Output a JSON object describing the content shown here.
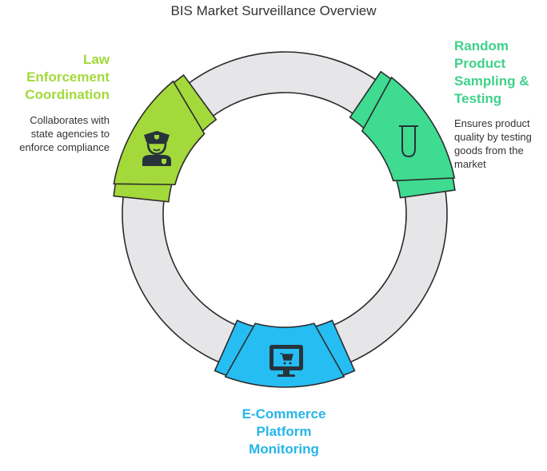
{
  "title": "BIS Market Surveillance Overview",
  "colors": {
    "ring": "#e6e6e8",
    "outline": "#2b2b2b",
    "law": "#a3d93b",
    "sampling": "#3edb91",
    "ecommerce": "#26bdf2",
    "icon": "#27333a"
  },
  "steps": [
    {
      "id": "law",
      "heading_lines": [
        "Law",
        "Enforcement",
        "Coordination"
      ],
      "description_lines": [
        "Collaborates with",
        "state agencies to",
        "enforce compliance"
      ],
      "icon": "police-officer-icon",
      "color": "#a3d93b",
      "heading_color": "#a3d93b"
    },
    {
      "id": "sampling",
      "heading_lines": [
        "Random",
        "Product",
        "Sampling &",
        "Testing"
      ],
      "description_lines": [
        "Ensures product",
        "quality by testing",
        "goods from the",
        "market"
      ],
      "icon": "test-tube-icon",
      "color": "#3edb91",
      "heading_color": "#3fd18a"
    },
    {
      "id": "ecommerce",
      "heading_lines": [
        "E-Commerce",
        "Platform",
        "Monitoring"
      ],
      "description_lines": [],
      "icon": "computer-shopping-cart-icon",
      "color": "#26bdf2",
      "heading_color": "#27b5e8"
    }
  ]
}
